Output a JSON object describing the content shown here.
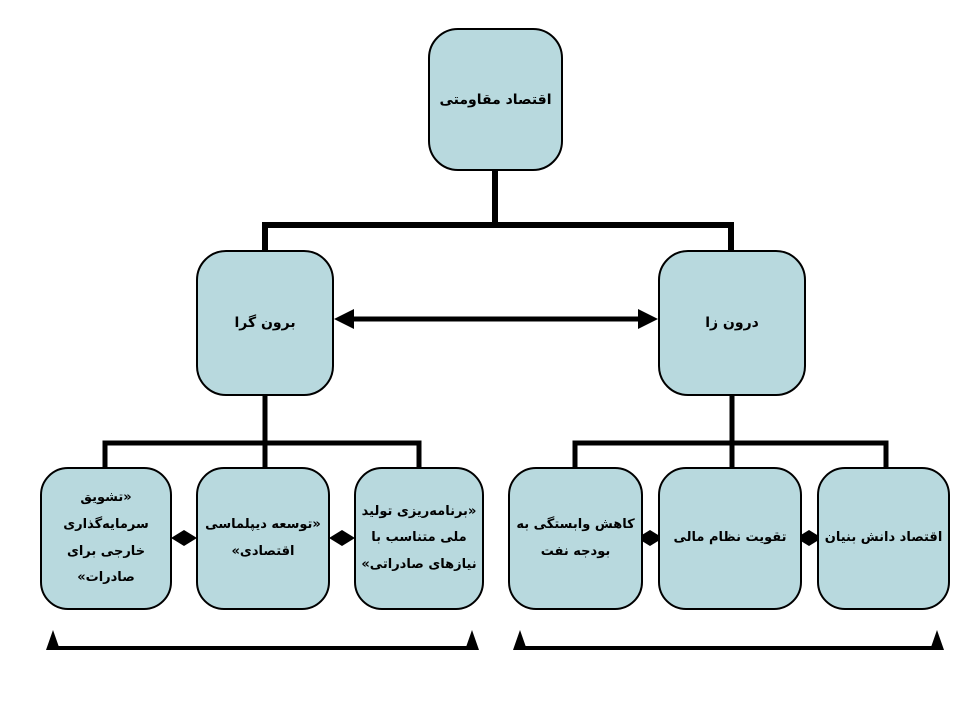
{
  "diagram": {
    "root_label": "اقتصاد مقاومتی",
    "level2": {
      "left_label": "برون گرا",
      "right_label": "درون زا"
    },
    "leaves_left": [
      {
        "lines": [
          "«تشویق",
          "سرمایه‌گذاری",
          "خارجی برای",
          "صادرات»"
        ]
      },
      {
        "lines": [
          "«توسعه دیپلماسی",
          "اقتصادی»"
        ]
      },
      {
        "lines": [
          "«برنامه‌ریزی تولید",
          "ملی متناسب با",
          "نیازهای صادراتی»"
        ]
      }
    ],
    "leaves_right": [
      {
        "lines": [
          "کاهش وابستگی به",
          "بودجه نفت"
        ]
      },
      {
        "lines": [
          "تقویت نظام مالی"
        ]
      },
      {
        "lines": [
          "اقتصاد دانش بنیان"
        ]
      }
    ],
    "colors": {
      "node_fill": "#b8d9de",
      "node_border": "#000000",
      "connector": "#000000"
    }
  }
}
